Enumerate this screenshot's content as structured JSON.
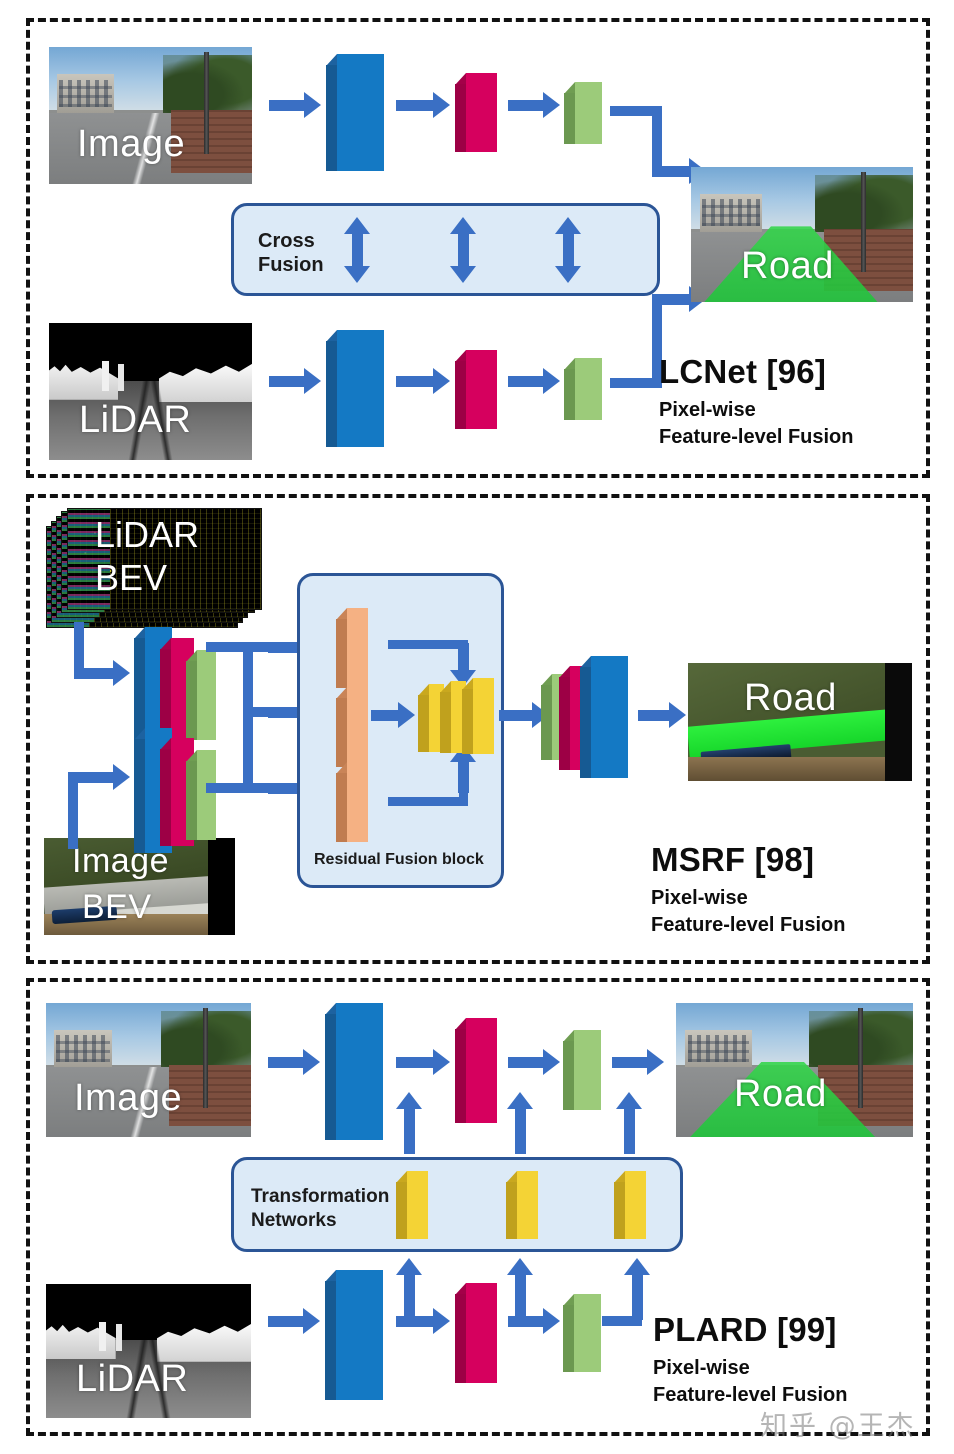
{
  "figure": {
    "panels": [
      {
        "id": "lcnet",
        "inputs": [
          {
            "label": "Image",
            "kind": "camera-image"
          },
          {
            "label": "LiDAR",
            "kind": "lidar-depth-image"
          }
        ],
        "fusion_module": {
          "label": "Cross\nFusion",
          "line1": "Cross",
          "line2": "Fusion",
          "arrows": 3,
          "arrow_type": "bidirectional"
        },
        "encoder_blocks": [
          {
            "color": "#1479c4",
            "name": "blue-feature-block"
          },
          {
            "color": "#d6005e",
            "name": "pink-feature-block"
          },
          {
            "color": "#9ccb7a",
            "name": "green-feature-block"
          }
        ],
        "output": {
          "label": "Road",
          "kind": "road-segmentation-overlay"
        },
        "method": {
          "name": "LCNet [96]",
          "sub1": "Pixel-wise",
          "sub2": "Feature-level Fusion"
        }
      },
      {
        "id": "msrf",
        "inputs": [
          {
            "label": "LiDAR\nBEV",
            "line1": "LiDAR",
            "line2": "BEV",
            "kind": "lidar-bev-stack"
          },
          {
            "label": "Image\nBEV",
            "line1": "Image",
            "line2": "BEV",
            "kind": "image-bev"
          }
        ],
        "fusion_module": {
          "label": "Residual Fusion block",
          "orange_blocks": 3,
          "yellow_blocks": 3
        },
        "output": {
          "label": "Road",
          "kind": "bev-road-segmentation"
        },
        "method": {
          "name": "MSRF [98]",
          "sub1": "Pixel-wise",
          "sub2": "Feature-level Fusion"
        }
      },
      {
        "id": "plard",
        "inputs": [
          {
            "label": "Image",
            "kind": "camera-image"
          },
          {
            "label": "LiDAR",
            "kind": "lidar-depth-image"
          }
        ],
        "fusion_module": {
          "label": "Transformation\nNetworks",
          "line1": "Transformation",
          "line2": "Networks",
          "yellow_blocks": 3
        },
        "output": {
          "label": "Road",
          "kind": "road-segmentation-overlay"
        },
        "method": {
          "name": "PLARD [99]",
          "sub1": "Pixel-wise",
          "sub2": "Feature-level Fusion"
        }
      }
    ],
    "watermark": "知乎 @王杰",
    "colors": {
      "arrow_blue": "#3a6fc4",
      "slab_blue": "#1479c4",
      "slab_pink": "#d6005e",
      "slab_green": "#9ccb7a",
      "slab_orange": "#f5b183",
      "slab_yellow": "#f4d335",
      "fusion_fill": "#dceaf7",
      "fusion_stroke": "#2b5596",
      "panel_border": "#111111",
      "road_overlay_green": "#2ad13c"
    }
  }
}
